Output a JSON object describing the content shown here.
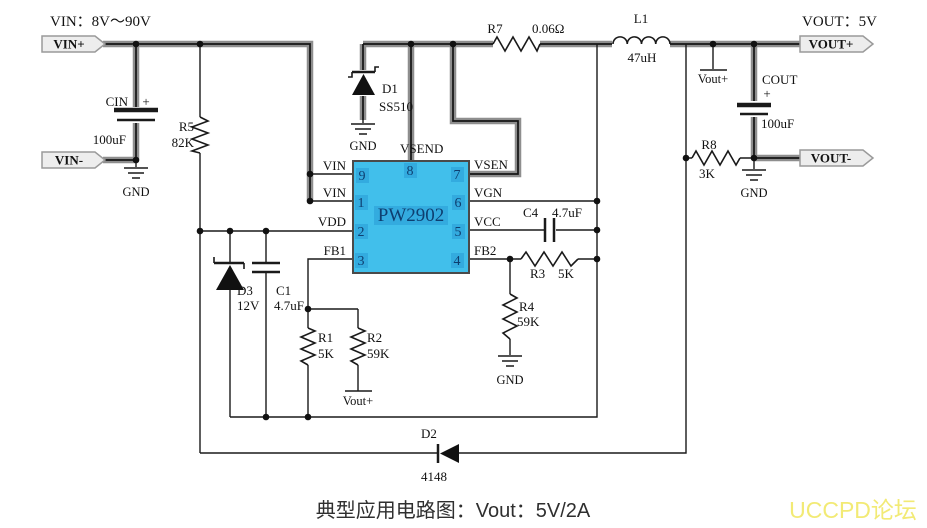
{
  "header": {
    "vin_spec": "VIN：8V～90V",
    "vout_spec": "VOUT：5V"
  },
  "tags": {
    "vin_plus": "VIN+",
    "vin_minus": "VIN-",
    "vout_plus": "VOUT+",
    "vout_minus": "VOUT-"
  },
  "chip": {
    "name": "PW2902",
    "pins": {
      "p9": {
        "num": "9",
        "label": "VIN"
      },
      "p1": {
        "num": "1",
        "label": "VIN"
      },
      "p2": {
        "num": "2",
        "label": "VDD"
      },
      "p3": {
        "num": "3",
        "label": "FB1"
      },
      "p8": {
        "num": "8",
        "label": "VSEND"
      },
      "p7": {
        "num": "7",
        "label": "VSEN"
      },
      "p6": {
        "num": "6",
        "label": "VGN"
      },
      "p5": {
        "num": "5",
        "label": "VCC"
      },
      "p4": {
        "num": "4",
        "label": "FB2"
      }
    }
  },
  "components": {
    "cin": {
      "ref": "CIN",
      "value": "100uF",
      "polarity": "+"
    },
    "cout": {
      "ref": "COUT",
      "value": "100uF",
      "polarity": "+"
    },
    "c1": {
      "ref": "C1",
      "value": "4.7uF"
    },
    "c4": {
      "ref": "C4",
      "value": "4.7uF"
    },
    "r1": {
      "ref": "R1",
      "value": "5K"
    },
    "r2": {
      "ref": "R2",
      "value": "59K"
    },
    "r3": {
      "ref": "R3",
      "value": "5K"
    },
    "r4": {
      "ref": "R4",
      "value": "59K"
    },
    "r5": {
      "ref": "R5",
      "value": "82K"
    },
    "r7": {
      "ref": "R7",
      "value": "0.06Ω"
    },
    "r8": {
      "ref": "R8",
      "value": "3K"
    },
    "l1": {
      "ref": "L1",
      "value": "47uH"
    },
    "d1": {
      "ref": "D1",
      "value": "SS510"
    },
    "d2": {
      "ref": "D2",
      "value": "4148"
    },
    "d3": {
      "ref": "D3",
      "value": "12V"
    }
  },
  "net_labels": {
    "vout_plus": "Vout+",
    "gnd": "GND"
  },
  "caption": "典型应用电路图：Vout：5V/2A",
  "watermark": "UCCPD论坛",
  "colors": {
    "chip_fill": "#41bfeb",
    "chip_highlight": "#33abdf",
    "chip_text": "#0e3f70",
    "wire_sleeve": "#8e8e8e",
    "watermark": "#f2ea75"
  }
}
